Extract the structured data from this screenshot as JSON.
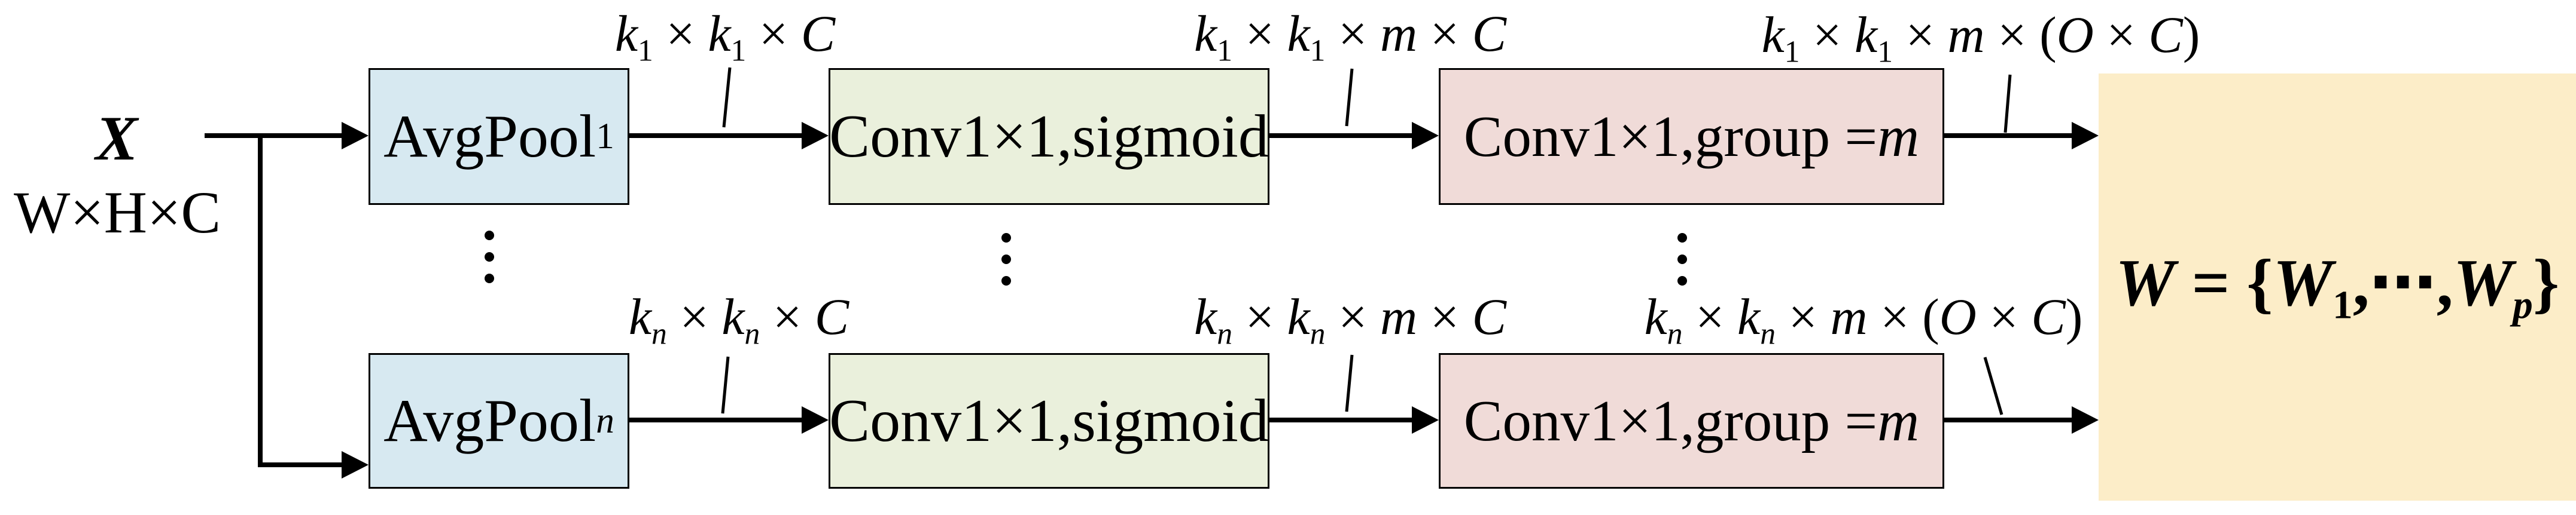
{
  "input": {
    "symbol": [
      {
        "t": "X",
        "s": "bi"
      }
    ],
    "dims": [
      {
        "t": "W×H×C"
      }
    ]
  },
  "boxes": {
    "avgpool_top": [
      {
        "t": "AvgPool"
      },
      {
        "t": "1",
        "s": "sub"
      }
    ],
    "avgpool_bottom": [
      {
        "t": "AvgPool"
      },
      {
        "t": "n",
        "s": "subi"
      }
    ],
    "conv_sigmoid_top": [
      {
        "t": "Conv1×1,sigmoid"
      }
    ],
    "conv_sigmoid_bottom": [
      {
        "t": "Conv1×1,sigmoid"
      }
    ],
    "conv_group_top": [
      {
        "t": "Conv1×1,group = "
      },
      {
        "t": "m",
        "s": "i"
      }
    ],
    "conv_group_bottom": [
      {
        "t": "Conv1×1,group = "
      },
      {
        "t": "m",
        "s": "i"
      }
    ],
    "output_formula": [
      {
        "t": "W",
        "s": "i"
      },
      {
        "t": " = {"
      },
      {
        "t": "W",
        "s": "i"
      },
      {
        "t": "1",
        "s": "sub"
      },
      {
        "t": ","
      },
      {
        "t": "⋯",
        "s": "dots"
      },
      {
        "t": ","
      },
      {
        "t": "W",
        "s": "i"
      },
      {
        "t": "p",
        "s": "subi"
      },
      {
        "t": "}"
      }
    ]
  },
  "wire_labels": {
    "top": [
      [
        {
          "t": "k",
          "s": "i"
        },
        {
          "t": "1",
          "s": "sub"
        },
        {
          "t": " × "
        },
        {
          "t": "k",
          "s": "i"
        },
        {
          "t": "1",
          "s": "sub"
        },
        {
          "t": " × "
        },
        {
          "t": "C",
          "s": "i"
        }
      ],
      [
        {
          "t": "k",
          "s": "i"
        },
        {
          "t": "1",
          "s": "sub"
        },
        {
          "t": " × "
        },
        {
          "t": "k",
          "s": "i"
        },
        {
          "t": "1",
          "s": "sub"
        },
        {
          "t": " × "
        },
        {
          "t": "m",
          "s": "i"
        },
        {
          "t": " × "
        },
        {
          "t": "C",
          "s": "i"
        }
      ],
      [
        {
          "t": "k",
          "s": "i"
        },
        {
          "t": "1",
          "s": "sub"
        },
        {
          "t": " × "
        },
        {
          "t": "k",
          "s": "i"
        },
        {
          "t": "1",
          "s": "sub"
        },
        {
          "t": " × "
        },
        {
          "t": "m",
          "s": "i"
        },
        {
          "t": " × ("
        },
        {
          "t": "O",
          "s": "i"
        },
        {
          "t": " × "
        },
        {
          "t": "C",
          "s": "i"
        },
        {
          "t": ")"
        }
      ]
    ],
    "bottom": [
      [
        {
          "t": "k",
          "s": "i"
        },
        {
          "t": "n",
          "s": "subi"
        },
        {
          "t": " × "
        },
        {
          "t": "k",
          "s": "i"
        },
        {
          "t": "n",
          "s": "subi"
        },
        {
          "t": " × "
        },
        {
          "t": "C",
          "s": "i"
        }
      ],
      [
        {
          "t": "k",
          "s": "i"
        },
        {
          "t": "n",
          "s": "subi"
        },
        {
          "t": " × "
        },
        {
          "t": "k",
          "s": "i"
        },
        {
          "t": "n",
          "s": "subi"
        },
        {
          "t": " × "
        },
        {
          "t": "m",
          "s": "i"
        },
        {
          "t": " × "
        },
        {
          "t": "C",
          "s": "i"
        }
      ],
      [
        {
          "t": "k",
          "s": "i"
        },
        {
          "t": "n",
          "s": "subi"
        },
        {
          "t": " × "
        },
        {
          "t": "k",
          "s": "i"
        },
        {
          "t": "n",
          "s": "subi"
        },
        {
          "t": " × "
        },
        {
          "t": "m",
          "s": "i"
        },
        {
          "t": " × ("
        },
        {
          "t": "O",
          "s": "i"
        },
        {
          "t": " × "
        },
        {
          "t": "C",
          "s": "i"
        },
        {
          "t": ")"
        }
      ]
    ]
  },
  "icons": {
    "vertical_ellipsis": "⋮"
  },
  "colors": {
    "avgpool_fill": "#d7e9f1",
    "conv_sigmoid_fill": "#eaf0dc",
    "conv_group_fill": "#f0dbd8",
    "output_fill": "#fcedc8",
    "line": "#000000",
    "background": "#ffffff"
  }
}
